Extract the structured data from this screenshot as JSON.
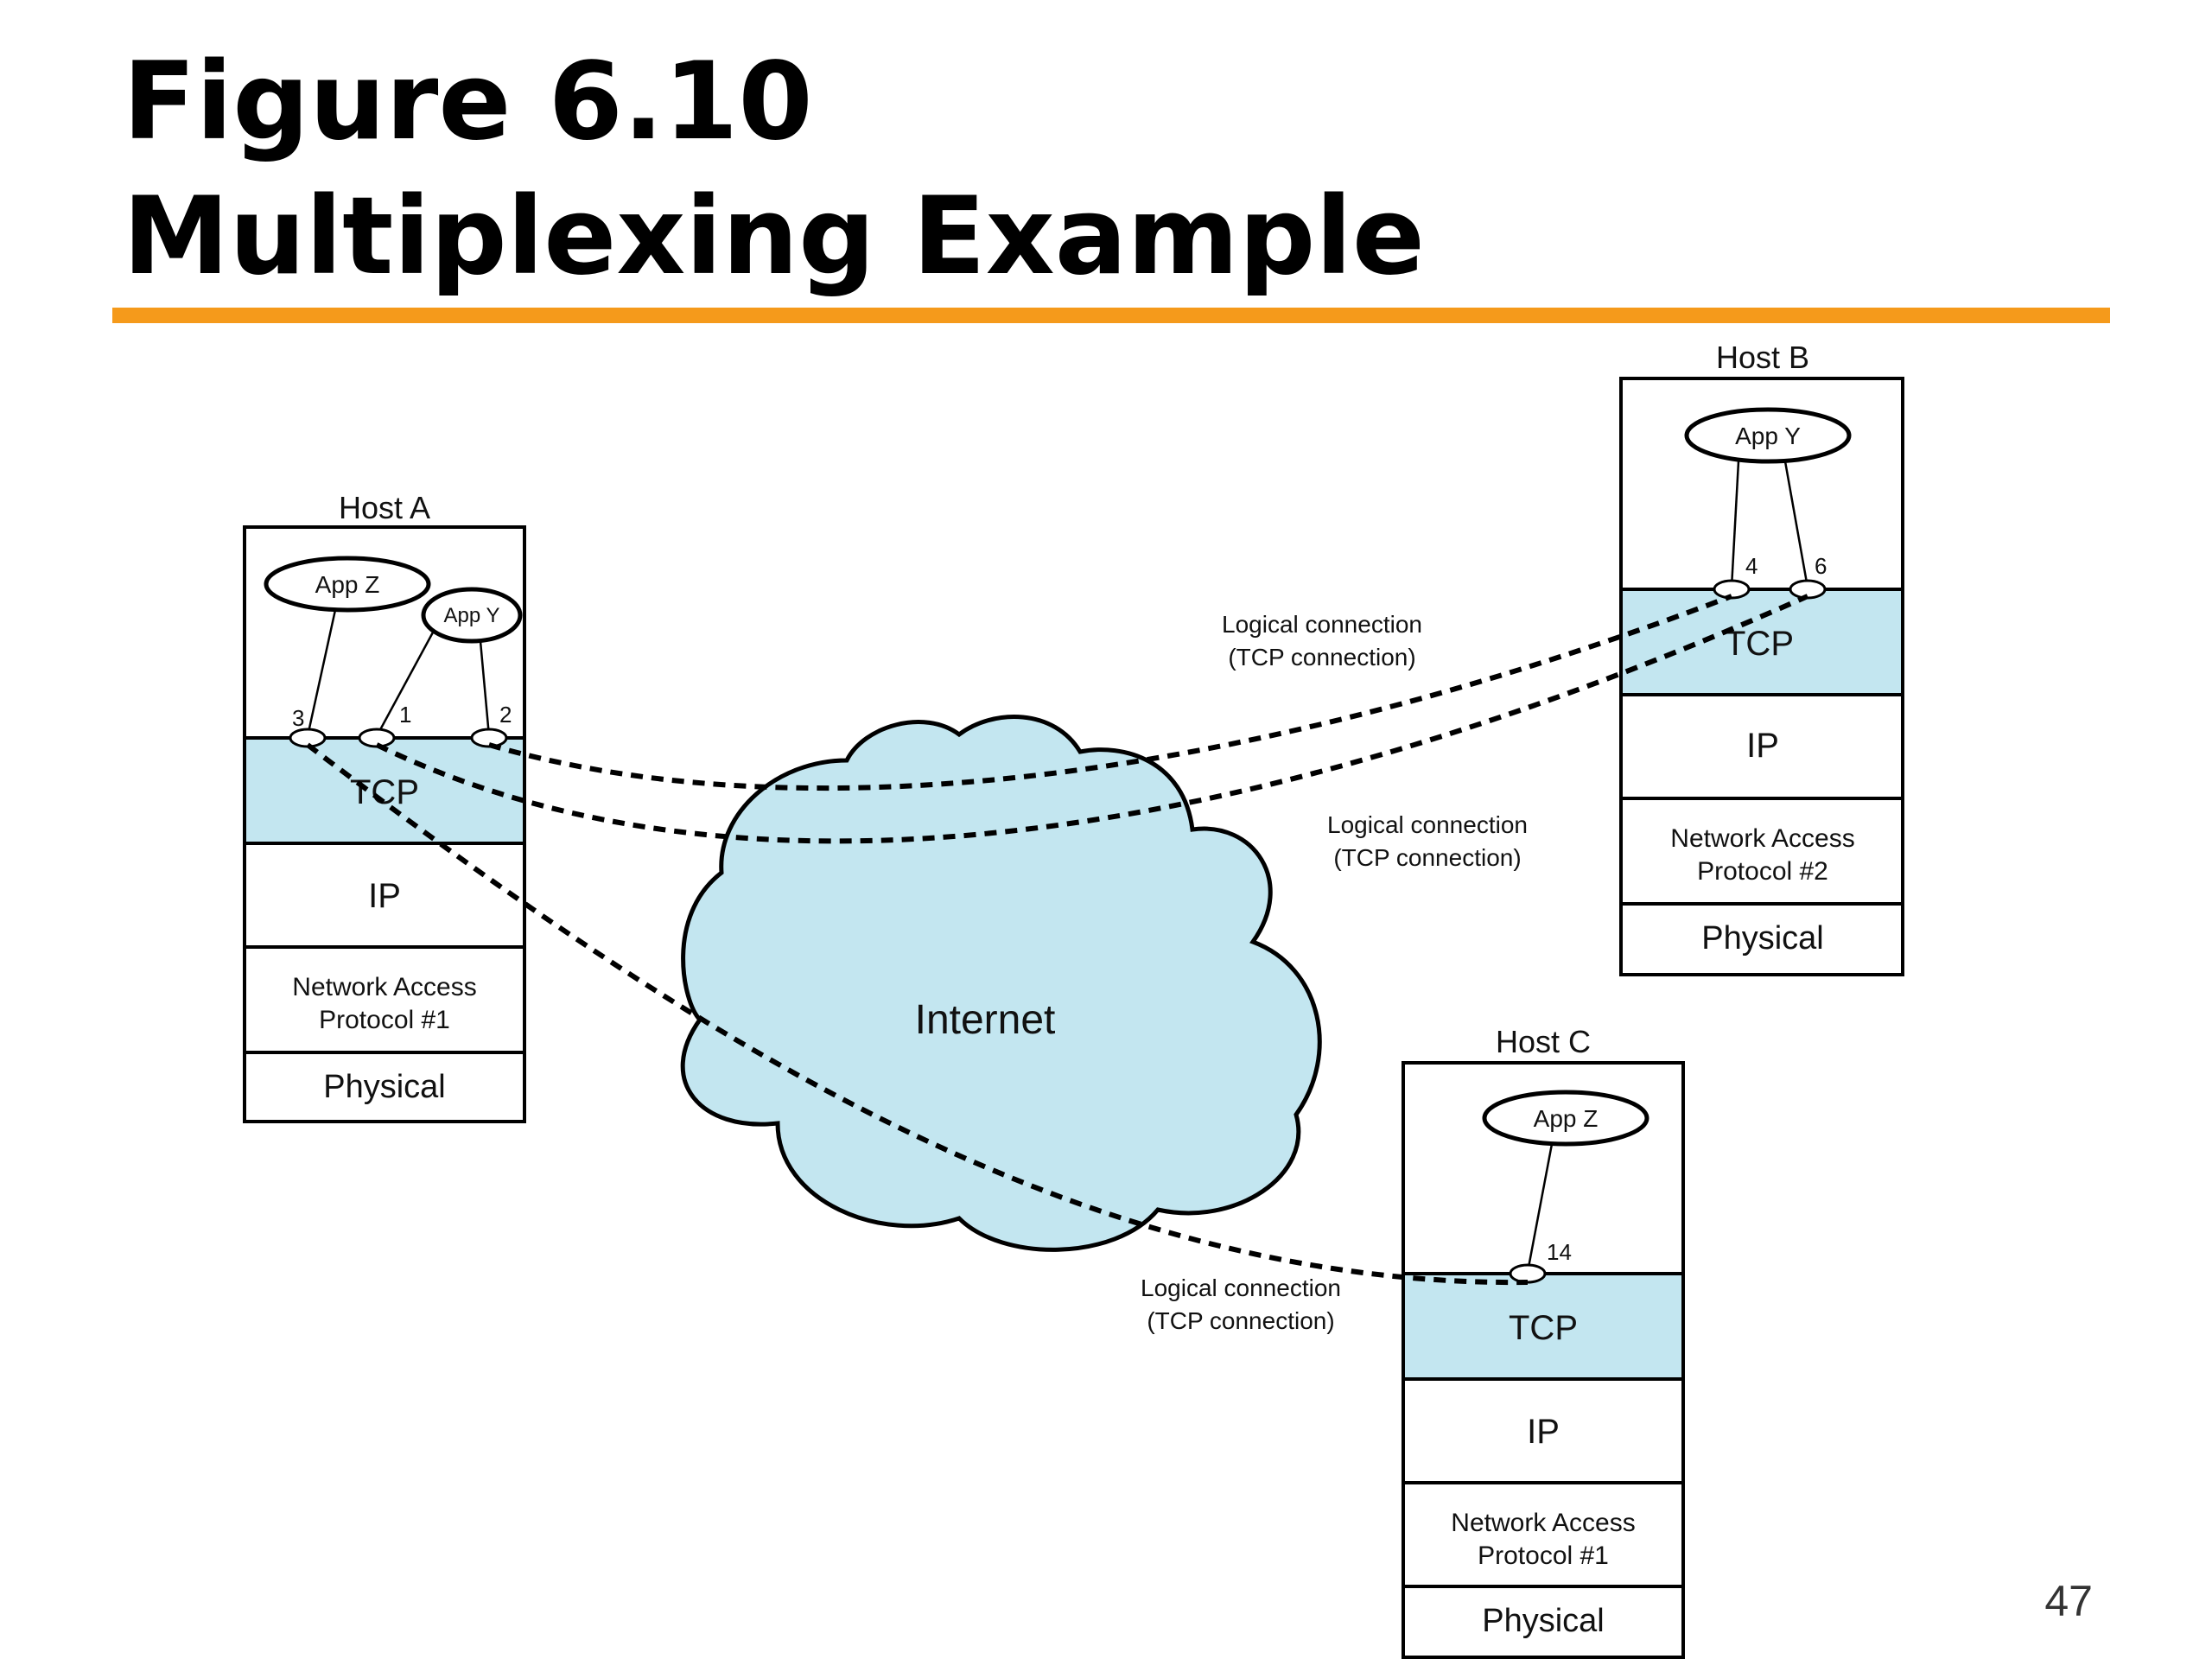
{
  "title": {
    "line1": "Figure 6.10",
    "line2": "Multiplexing Example"
  },
  "page_number": "47",
  "colors": {
    "accent_rule": "#f59a1b",
    "tcp_fill": "#c3e6f0",
    "cloud_fill": "#c3e6f0",
    "line": "#000000"
  },
  "network": {
    "label": "Internet"
  },
  "hosts": {
    "a": {
      "label": "Host A",
      "apps": [
        "App Z",
        "App Y"
      ],
      "ports": [
        "3",
        "1",
        "2"
      ],
      "layers": {
        "tcp": "TCP",
        "ip": "IP",
        "net_access_line1": "Network Access",
        "net_access_line2": "Protocol #1",
        "physical": "Physical"
      }
    },
    "b": {
      "label": "Host B",
      "apps": [
        "App Y"
      ],
      "ports": [
        "4",
        "6"
      ],
      "layers": {
        "tcp": "TCP",
        "ip": "IP",
        "net_access_line1": "Network Access",
        "net_access_line2": "Protocol #2",
        "physical": "Physical"
      }
    },
    "c": {
      "label": "Host C",
      "apps": [
        "App Z"
      ],
      "ports": [
        "14"
      ],
      "layers": {
        "tcp": "TCP",
        "ip": "IP",
        "net_access_line1": "Network Access",
        "net_access_line2": "Protocol #1",
        "physical": "Physical"
      }
    }
  },
  "connections": [
    {
      "from": "Host A port 2",
      "to": "Host B port 4",
      "label_line1": "Logical connection",
      "label_line2": "(TCP connection)"
    },
    {
      "from": "Host A port 1",
      "to": "Host B port 6",
      "label_line1": "Logical connection",
      "label_line2": "(TCP connection)"
    },
    {
      "from": "Host A port 3",
      "to": "Host C port 14",
      "label_line1": "Logical connection",
      "label_line2": "(TCP connection)"
    }
  ]
}
